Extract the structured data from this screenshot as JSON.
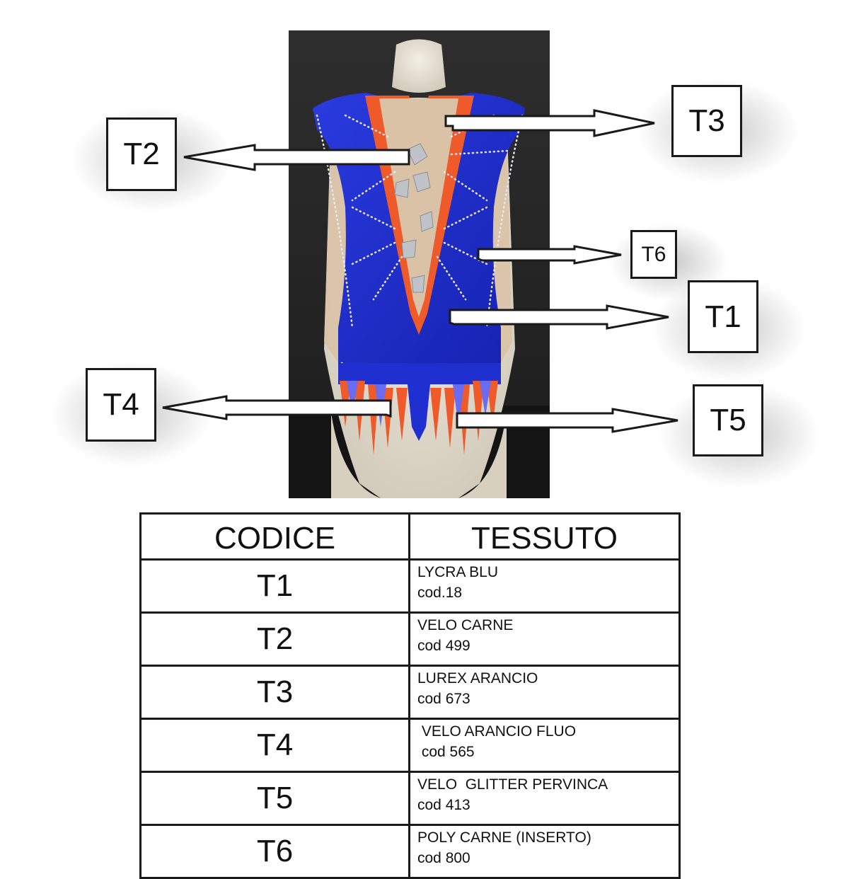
{
  "labels": {
    "t1": "T1",
    "t2": "T2",
    "t3": "T3",
    "t4": "T4",
    "t5": "T5",
    "t6": "T6"
  },
  "table": {
    "headers": [
      "CODICE",
      "TESSUTO"
    ],
    "rows": [
      {
        "code": "T1",
        "name": "LYCRA BLU",
        "ref": "cod.18"
      },
      {
        "code": "T2",
        "name": "VELO CARNE",
        "ref": "cod 499"
      },
      {
        "code": "T3",
        "name": "LUREX ARANCIO",
        "ref": "cod 673"
      },
      {
        "code": "T4",
        "name": " VELO ARANCIO FLUO",
        "ref": " cod 565"
      },
      {
        "code": "T5",
        "name": "VELO  GLITTER PERVINCA",
        "ref": "cod 413"
      },
      {
        "code": "T6",
        "name": "POLY CARNE (INSERTO)",
        "ref": "cod 800"
      }
    ]
  },
  "colors": {
    "lycra_blue": "#1f2fd0",
    "lurex_orange": "#ef5a2a",
    "nude_mesh": "#d9c2a6",
    "mannequin": "#ece6d8",
    "backdrop": "#272727"
  }
}
